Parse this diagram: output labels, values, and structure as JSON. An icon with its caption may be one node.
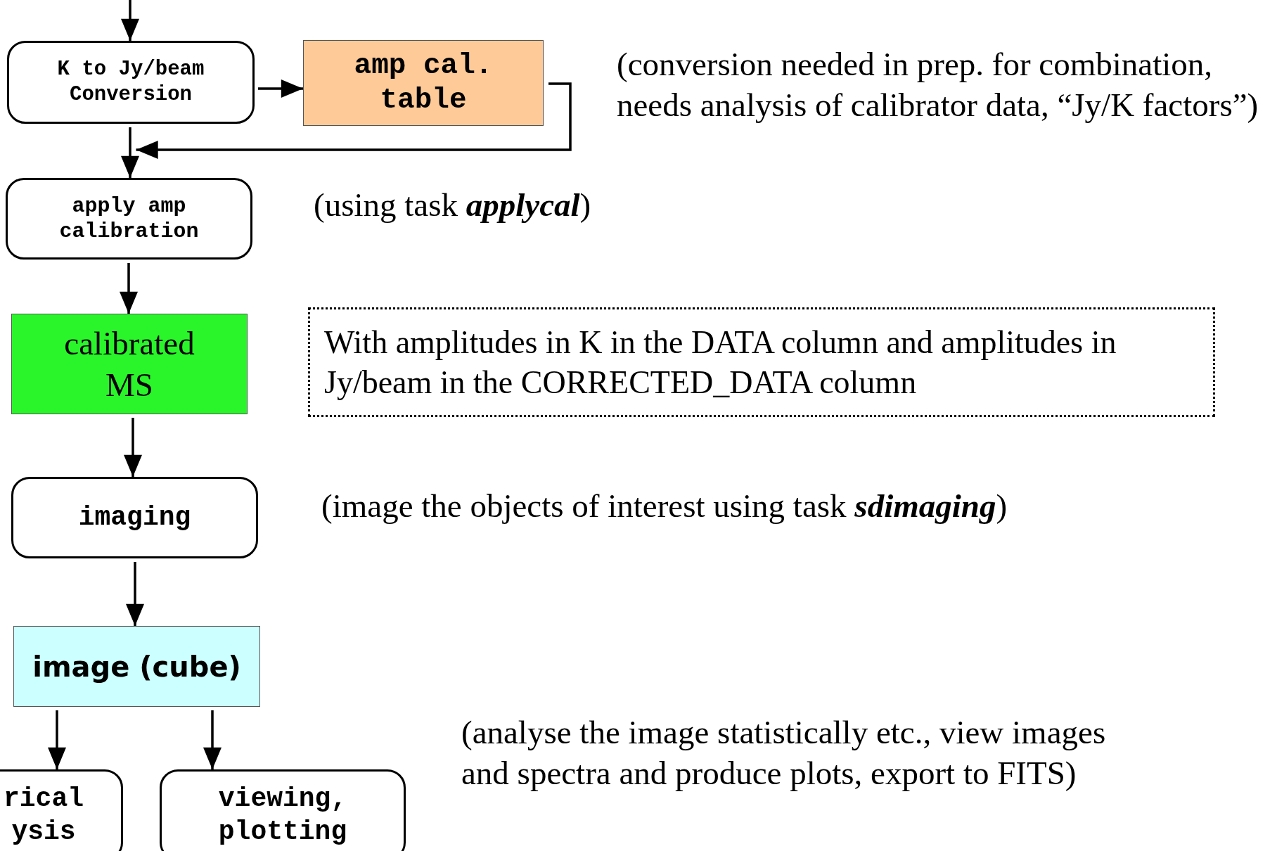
{
  "diagram": {
    "nodes": [
      {
        "text": [
          "K to Jy/beam Conversion"
        ]
      },
      {
        "text": [
          "amp cal. table"
        ]
      },
      {
        "text": [
          "apply amp calibration"
        ]
      },
      {
        "text": [
          "calibrated MS"
        ]
      },
      {
        "text": [
          "imaging"
        ]
      },
      {
        "text": [
          "image (cube)"
        ]
      },
      {
        "text": [
          "rical ysis"
        ]
      },
      {
        "text": [
          "viewing, plotting"
        ]
      },
      {
        "text": [
          "With amplitudes in K in the DATA column and amplitudes in Jy/beam in the CORRECTED_DATA column"
        ]
      }
    ],
    "edges": [
      {
        "from": null,
        "to": 0,
        "arrow": "to"
      },
      {
        "from": 0,
        "to": 1,
        "arrow": "to"
      },
      {
        "from": 0,
        "to": 2,
        "arrow": "to"
      },
      {
        "from": 1,
        "to": 2,
        "arrow": "to"
      },
      {
        "from": 2,
        "to": 3,
        "arrow": "to"
      },
      {
        "from": 3,
        "to": 4,
        "arrow": "to"
      },
      {
        "from": 4,
        "to": 5,
        "arrow": "to"
      },
      {
        "from": 5,
        "to": 6,
        "arrow": "to"
      },
      {
        "from": 5,
        "to": 7,
        "arrow": "to"
      }
    ],
    "labels": [
      "(conversion needed in prep. for combination, needs analysis of calibrator data, “Jy/K factors”)",
      "(using task **applycal**)",
      "(image the objects of interest using task **sdimaging**)",
      "(analyse the image statistically etc., view images and spectra and produce plots, export to FITS)"
    ]
  }
}
